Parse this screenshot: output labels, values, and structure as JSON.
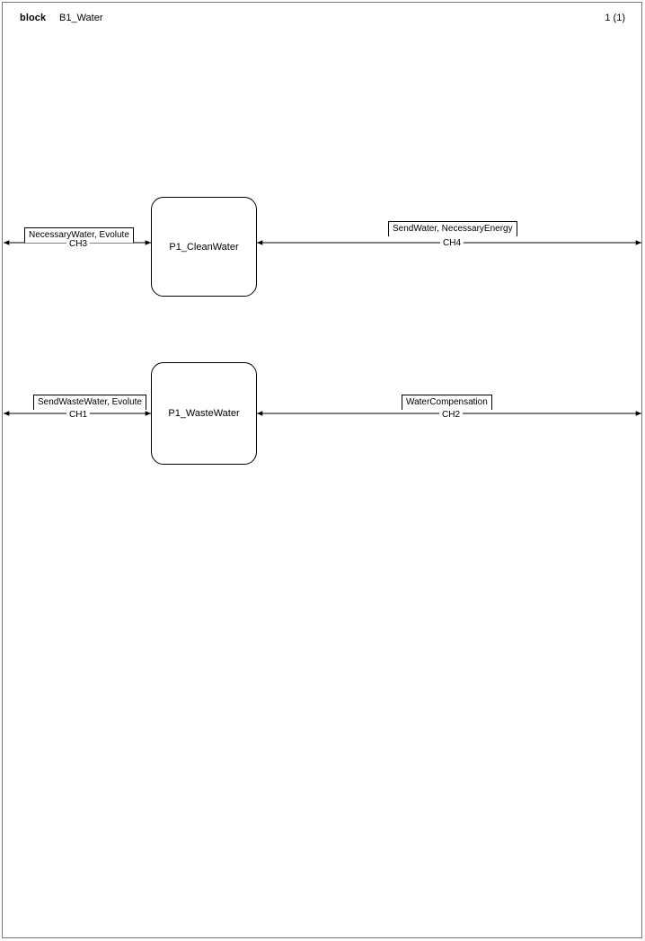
{
  "header": {
    "kind": "block",
    "name": "B1_Water",
    "page": "1 (1)"
  },
  "diagram": {
    "blocks": [
      {
        "id": "p1-cleanwater",
        "label": "P1_CleanWater"
      },
      {
        "id": "p1-wastewater",
        "label": "P1_WasteWater"
      }
    ],
    "channels": [
      {
        "id": "ch3",
        "name": "CH3",
        "message": "NecessaryWater, Evolute",
        "side": "left",
        "target_block": "P1_CleanWater",
        "left_arrow": true,
        "right_arrow": true
      },
      {
        "id": "ch4",
        "name": "CH4",
        "message": "SendWater, NecessaryEnergy",
        "side": "right",
        "target_block": "P1_CleanWater",
        "left_arrow": true,
        "right_arrow": true
      },
      {
        "id": "ch1",
        "name": "CH1",
        "message": "SendWasteWater, Evolute",
        "side": "left",
        "target_block": "P1_WasteWater",
        "left_arrow": true,
        "right_arrow": true
      },
      {
        "id": "ch2",
        "name": "CH2",
        "message": "WaterCompensation",
        "side": "right",
        "target_block": "P1_WasteWater",
        "left_arrow": true,
        "right_arrow": true
      }
    ]
  },
  "colors": {
    "line": "#000000",
    "frame": "#7a7a7a",
    "background": "#ffffff"
  }
}
